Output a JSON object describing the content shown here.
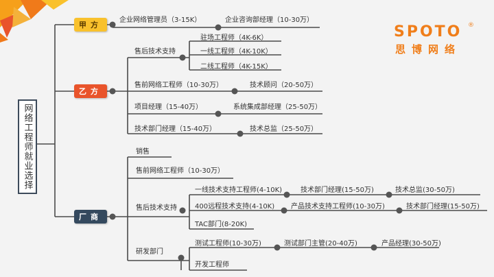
{
  "root": {
    "title": "网络工程师就业选择"
  },
  "categories": {
    "jia": {
      "label": "甲方",
      "color": "#f9c12c",
      "text_color": "#5a3b00"
    },
    "yi": {
      "label": "乙方",
      "color": "#e9542b",
      "text_color": "#ffffff"
    },
    "vendor": {
      "label": "厂商",
      "color": "#34495e",
      "text_color": "#ffffff"
    }
  },
  "jia_nodes": {
    "admin": "企业网络管理员（3-15K）",
    "consult_mgr": "企业咨询部经理（10-30万）"
  },
  "yi_nodes": {
    "aftersales": "售后技术支持",
    "onsite": "驻场工程师（4K-6K）",
    "line1": "一线工程师（4K-10K）",
    "line2": "二线工程师（4K-15K）",
    "presales": "售前网络工程师（10-30万）",
    "tech_advisor": "技术顾问（20-50万）",
    "pm": "项目经理（15-40万）",
    "si_mgr": "系统集成部经理（25-50万）",
    "tech_dept_mgr": "技术部门经理（15-40万）",
    "tech_director": "技术总监（25-50万）"
  },
  "vendor_nodes": {
    "sales": "销售",
    "presales": "售前网络工程师（10-30万）",
    "aftersales": "售后技术支持",
    "l1_support": "一线技术支持工程师(4-10K)",
    "l1_dept_mgr": "技术部门经理(15-50万)",
    "l1_director": "技术总监(30-50万)",
    "remote400": "400远程技术支持(4-10K)",
    "product_support": "产品技术支持工程师(10-30万)",
    "r_dept_mgr": "技术部门经理(15-50万)",
    "tac": "TAC部门(8-20K)",
    "rd": "研发部门",
    "test_eng": "测试工程师(10-30万)",
    "test_mgr": "测试部门主管(20-40万)",
    "product_mgr": "产品经理(30-50万)",
    "dev_eng": "开发工程师"
  },
  "logo": {
    "brand": "SPOTO",
    "reg": "®",
    "cn": "思博网络"
  },
  "colors": {
    "line": "#4a4a4a",
    "dot": "#555555",
    "accent_orange": "#f07e1a"
  }
}
